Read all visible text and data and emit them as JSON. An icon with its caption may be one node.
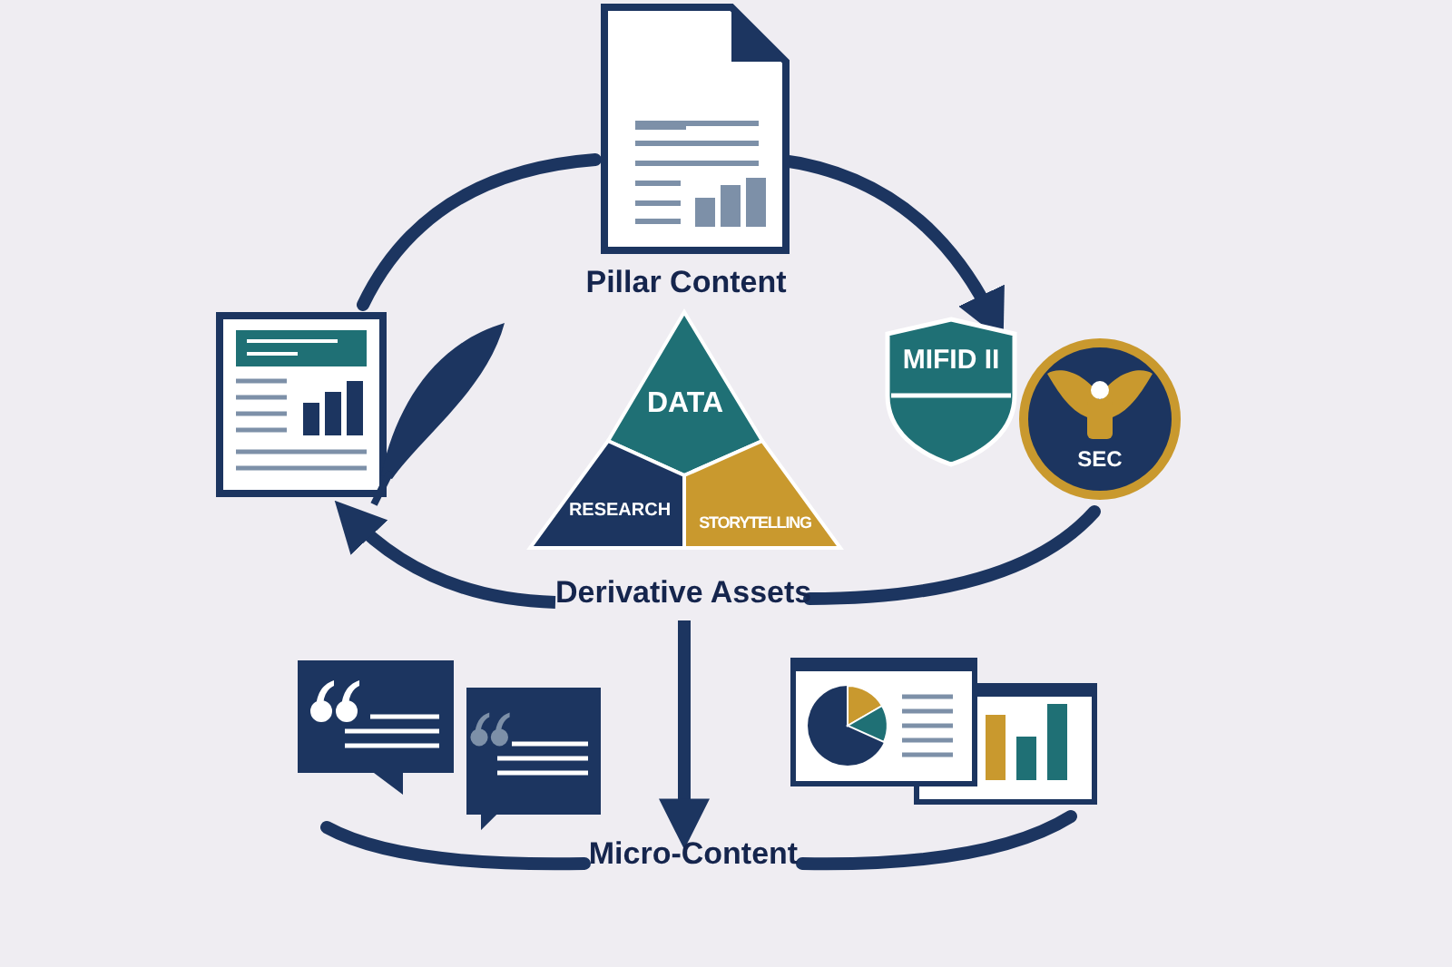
{
  "diagram": {
    "nodes": [
      {
        "text": [
          "Pillar Content"
        ]
      },
      {
        "text": [],
        "shape": "picture"
      },
      {
        "text": [
          "DATA"
        ]
      },
      {
        "text": [
          "RESEARCH"
        ]
      },
      {
        "text": [
          "STORYTELLING"
        ]
      },
      {
        "text": [
          "MIFID II"
        ]
      },
      {
        "text": [
          "SEC"
        ]
      },
      {
        "text": [
          "Derivative Assets"
        ]
      },
      {
        "text": [],
        "shape": "picture"
      },
      {
        "text": [],
        "shape": "picture"
      },
      {
        "text": [
          "Micro-Content"
        ]
      }
    ],
    "edges": [
      {
        "from": 1,
        "to": 0,
        "arrow": "none"
      },
      {
        "from": 0,
        "to": 5,
        "arrow": "to"
      },
      {
        "from": 6,
        "to": 7,
        "arrow": "none"
      },
      {
        "from": 7,
        "to": 1,
        "arrow": "to"
      },
      {
        "from": 7,
        "to": 10,
        "arrow": "to"
      },
      {
        "from": 8,
        "to": 10,
        "arrow": "none"
      },
      {
        "from": 10,
        "to": 9,
        "arrow": "none"
      }
    ]
  }
}
